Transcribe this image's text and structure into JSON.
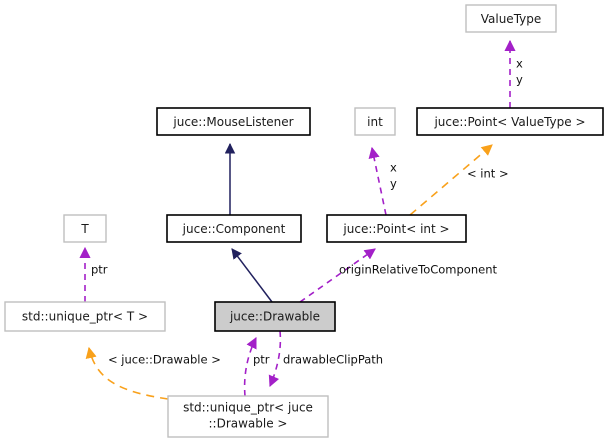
{
  "diagram": {
    "title": "juce::Drawable collaboration diagram",
    "colors": {
      "inheritance": "#21215e",
      "usage": "#a320c8",
      "template_instantiation": "#f9a11b",
      "highlight_fill": "#cccccc",
      "node_border": "#000000",
      "node_border_light": "#bfbfbf"
    },
    "nodes": [
      {
        "id": "valuetype",
        "label": "ValueType",
        "style": "light"
      },
      {
        "id": "mouselistener",
        "label": "juce::MouseListener",
        "style": "normal"
      },
      {
        "id": "int",
        "label": "int",
        "style": "light"
      },
      {
        "id": "point_valuetype",
        "label": "juce::Point< ValueType >",
        "style": "normal"
      },
      {
        "id": "t",
        "label": "T",
        "style": "light"
      },
      {
        "id": "component",
        "label": "juce::Component",
        "style": "normal"
      },
      {
        "id": "point_int",
        "label": "juce::Point< int >",
        "style": "normal"
      },
      {
        "id": "unique_ptr_t",
        "label": "std::unique_ptr< T >",
        "style": "light"
      },
      {
        "id": "drawable",
        "label": "juce::Drawable",
        "style": "highlight"
      },
      {
        "id": "unique_ptr_drawable_line1",
        "label": "std::unique_ptr< juce",
        "style": "light"
      },
      {
        "id": "unique_ptr_drawable_line2",
        "label": "::Drawable >",
        "style": "light"
      }
    ],
    "edge_labels": {
      "valuetype_x": "x",
      "valuetype_y": "y",
      "int_x": "x",
      "int_y": "y",
      "int_template": "< int >",
      "ptr_t": "ptr",
      "origin_relative": "originRelativeToComponent",
      "drawable_template": "< juce::Drawable >",
      "ptr_drawable": "ptr",
      "drawable_clip_path": "drawableClipPath"
    }
  }
}
